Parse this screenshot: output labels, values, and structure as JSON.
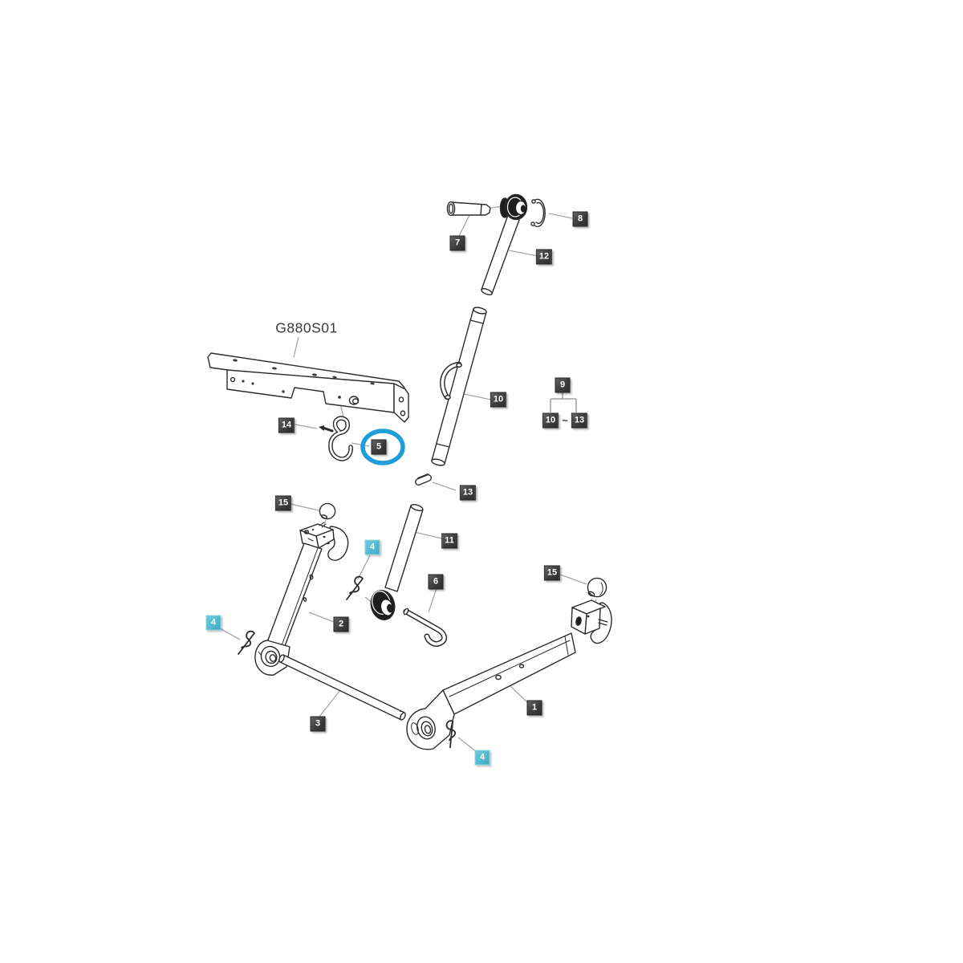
{
  "diagram": {
    "title": "G880S01",
    "type": "exploded-parts-diagram",
    "highlighted_part": "5",
    "colors": {
      "background": "#ffffff",
      "line_art": "#2b2b2b",
      "leader_line": "#a6a6a6",
      "label_dark_bg": "#3f3f3f",
      "label_teal_bg": "#52bdd2",
      "highlight_ring": "#1f9ed9"
    },
    "labels": {
      "p1": "1",
      "p2": "2",
      "p3": "3",
      "p4": "4",
      "p5": "5",
      "p6": "6",
      "p7": "7",
      "p8": "8",
      "p9": "9",
      "p10": "10",
      "p11": "11",
      "p12": "12",
      "p13": "13",
      "p14": "14",
      "p15": "15",
      "tilde": "~"
    }
  }
}
